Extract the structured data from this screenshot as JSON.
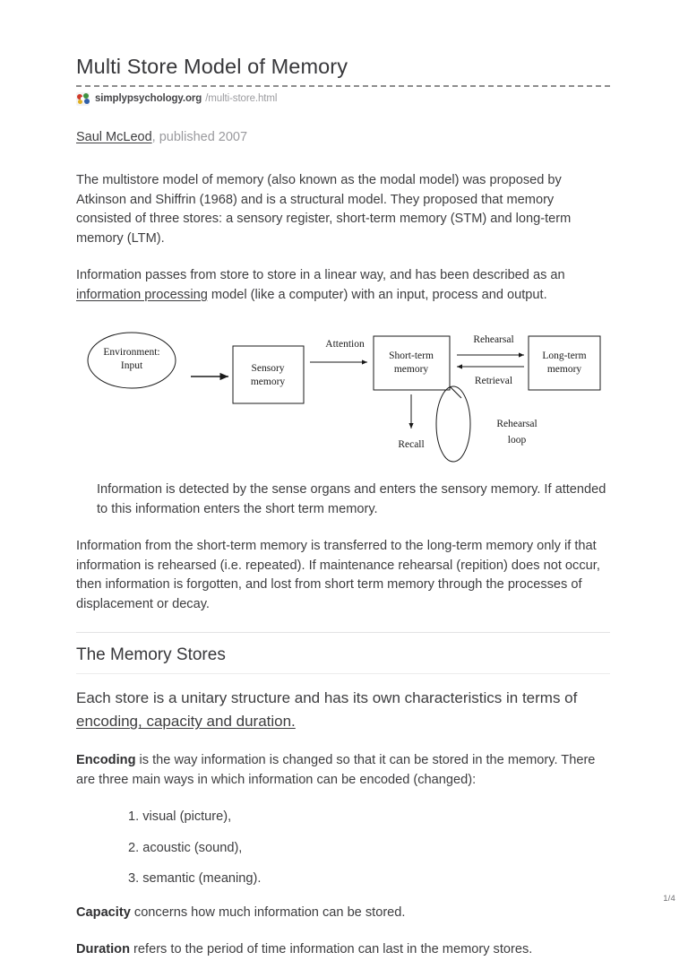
{
  "document": {
    "title": "Multi Store Model of Memory",
    "source": {
      "favicon": "simplypsychology-favicon-icon",
      "domain": "simplypsychology.org",
      "path": "/multi-store.html"
    },
    "byline": {
      "author": "Saul McLeod",
      "rest": ", published 2007"
    }
  },
  "body": {
    "paragraph_1": "The multistore model of memory (also known as the modal model) was proposed by Atkinson and Shiffrin (1968) and is a structural model. They proposed that memory consisted of three stores: a sensory register, short-term memory (STM) and long-term memory (LTM).",
    "paragraph_2_pre": "Information passes from store to store in a linear way, and has been described as an ",
    "paragraph_2_link": "information processing",
    "paragraph_2_post": " model (like a computer) with an input, process and output.",
    "quote": "Information is detected by the sense organs and enters the sensory memory. If attended to this information enters the short term memory.",
    "paragraph_3": "Information from the short-term memory is transferred to the long-term memory only if that information is rehearsed (i.e. repeated). If maintenance rehearsal (repition) does not occur, then information is forgotten, and lost from short term memory through the processes of displacement or decay."
  },
  "section": {
    "heading": "The Memory Stores",
    "lead_pre": "Each store is a unitary structure and has its own characteristics in terms of ",
    "lead_link": "encoding, capacity and duration.",
    "encoding_bold": "Encoding",
    "encoding_rest": " is the way information is changed so that it can be stored in the memory. There are three main ways in which information can be encoded (changed):",
    "encoding_list": [
      "visual (picture),",
      "acoustic (sound),",
      "semantic (meaning)."
    ],
    "capacity_bold": "Capacity",
    "capacity_rest": " concerns how much information can be stored.",
    "duration_bold": "Duration",
    "duration_rest": " refers to the period of time information can last in the memory stores."
  },
  "diagram": {
    "nodes": {
      "environment_line1": "Environment:",
      "environment_line2": "Input",
      "sensory_line1": "Sensory",
      "sensory_line2": "memory",
      "stm_line1": "Short-term",
      "stm_line2": "memory",
      "ltm_line1": "Long-term",
      "ltm_line2": "memory"
    },
    "labels": {
      "attention": "Attention",
      "rehearsal": "Rehearsal",
      "retrieval": "Retrieval",
      "recall": "Recall",
      "rehearsal_loop_line1": "Rehearsal",
      "rehearsal_loop_line2": "loop"
    }
  },
  "footer": {
    "page_number": "1/4"
  },
  "colors": {
    "text": "#3d3d3f",
    "muted": "#9a9a9e",
    "rule": "#e3e3e4",
    "diagram_stroke": "#1a1a1a"
  }
}
